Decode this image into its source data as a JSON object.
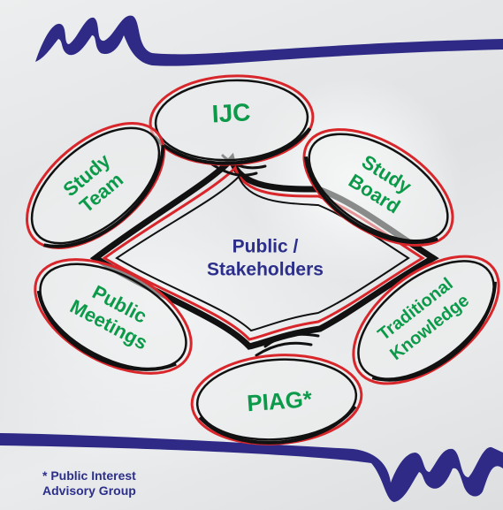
{
  "center": {
    "line1": "Public /",
    "line2": "Stakeholders"
  },
  "nodes": {
    "ijc": "IJC",
    "study_board": [
      "Study",
      "Board"
    ],
    "traditional_knowledge": [
      "Traditional",
      "Knowledge"
    ],
    "piag": "PIAG*",
    "public_meetings": [
      "Public",
      "Meetings"
    ],
    "study_team": [
      "Study",
      "Team"
    ]
  },
  "footnote": {
    "line1": "* Public Interest",
    "line2": "Advisory Group"
  },
  "colors": {
    "label_green": "#0c9a4a",
    "center_navy": "#2c2f8a",
    "swoosh_navy": "#2e2a85",
    "pinstripe_red": "#d8262b",
    "pinstripe_black": "#111111"
  }
}
